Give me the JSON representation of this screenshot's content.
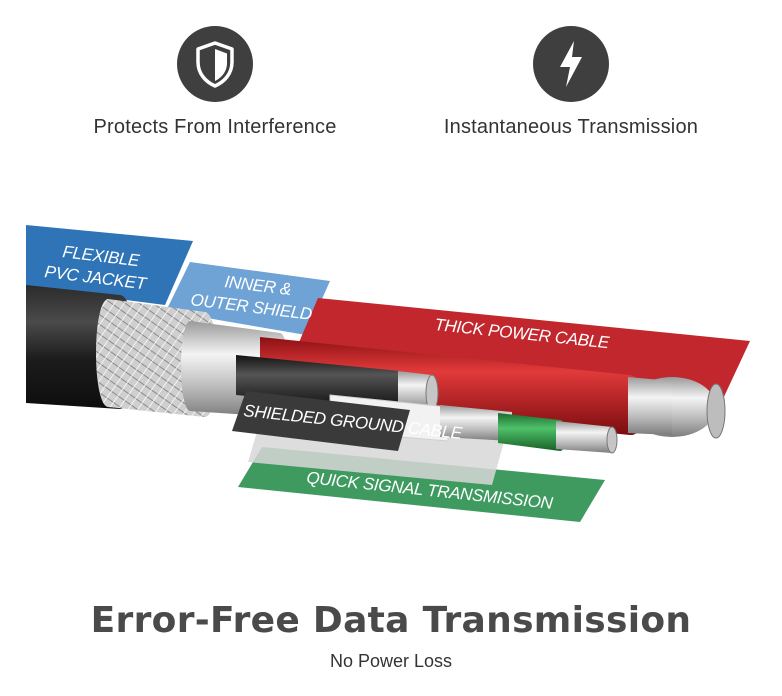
{
  "features": [
    {
      "icon": "shield-icon",
      "label": "Protects From Interference"
    },
    {
      "icon": "lightning-bolt-icon",
      "label": "Instantaneous Transmission"
    }
  ],
  "diagram": {
    "labels": {
      "flexible": "FLEXIBLE",
      "pvc_jacket": "PVC JACKET",
      "inner": "INNER &",
      "outer_shield": "OUTER SHIELD",
      "power": "THICK POWER CABLE",
      "ground": "SHIELDED GROUND CABLE",
      "signal": "QUICK SIGNAL TRANSMISSION"
    },
    "colors": {
      "jacket_tag": "#2f74b7",
      "shield_tag": "#6fa3d6",
      "power_tag": "#c1272d",
      "ground_tag": "#3a3a3a",
      "signal_tag": "#3f9a60",
      "grey_tag": "#d7d7d7"
    }
  },
  "headline": "Error-Free Data Transmission",
  "subline": "No Power Loss"
}
